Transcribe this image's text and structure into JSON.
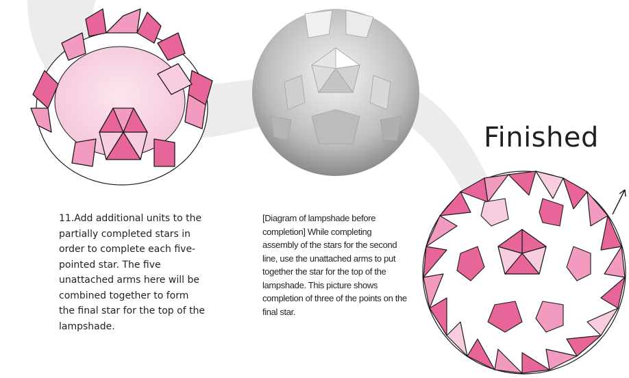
{
  "title": "Finished",
  "step": {
    "text": "11.Add additional units to the partially completed stars in order to complete each five-pointed star. The five unattached arms here will be combined together to form the final star for the top of the lampshade."
  },
  "caption": {
    "text": "[Diagram of lampshade before completion] While completing assembly of the stars for the second line, use the unattached arms to put together the star for the top of the lampshade. This picture shows completion of three of the points on the final star."
  },
  "colors": {
    "pink_dark": "#e8659a",
    "pink_mid": "#f29ac0",
    "pink_light": "#f8cde0",
    "background_swirl": "#ececec",
    "outline": "#1a1a1a",
    "gray_model": "#9a9a9a"
  },
  "illustrations": [
    {
      "name": "partially-completed-lampshade",
      "kind": "origami-diagram"
    },
    {
      "name": "lampshade-before-completion-photo",
      "kind": "photo"
    },
    {
      "name": "finished-lampshade",
      "kind": "origami-diagram"
    }
  ]
}
